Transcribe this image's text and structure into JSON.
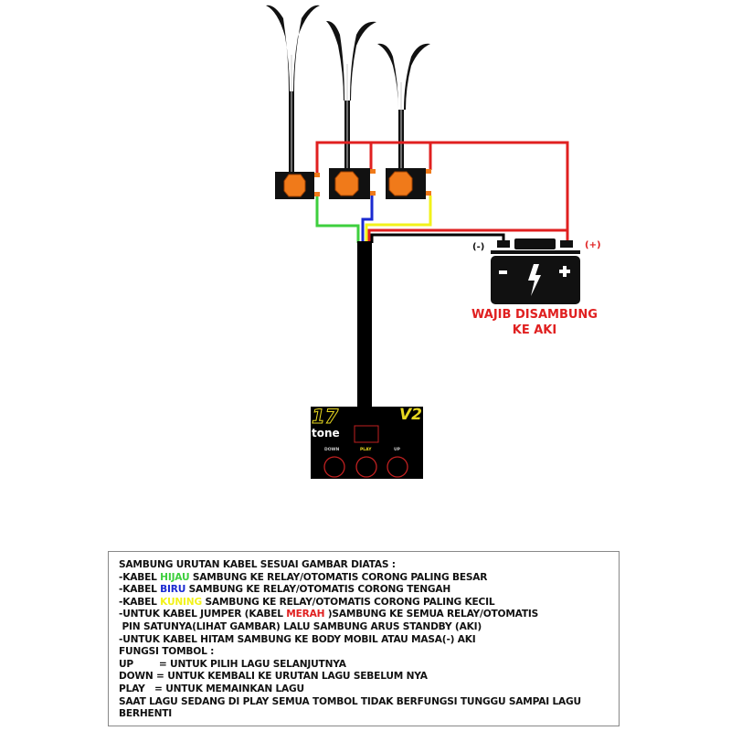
{
  "battery": {
    "neg_label": "(-)",
    "pos_label": "(+)",
    "minus_symbol": "-",
    "plus_symbol": "+",
    "warning_line1": "WAJIB DISAMBUNG",
    "warning_line2": "KE AKI"
  },
  "controller": {
    "logo_number": "17",
    "logo_word": "tone",
    "version": "V2",
    "buttons": [
      "DOWN",
      "PLAY",
      "UP"
    ]
  },
  "wire_colors": {
    "green": "#3ecf3e",
    "blue": "#1a2ad0",
    "yellow": "#f2f21a",
    "red": "#e02020",
    "black": "#000000"
  },
  "instructions": {
    "title": "SAMBUNG URUTAN KABEL SESUAI GAMBAR DIATAS :",
    "l1_pre": "-KABEL ",
    "l1_color": "HIJAU",
    "l1_post": " SAMBUNG KE RELAY/OTOMATIS CORONG PALING BESAR",
    "l2_pre": "-KABEL ",
    "l2_color": "BIRU",
    "l2_post": " SAMBUNG KE RELAY/OTOMATIS CORONG TENGAH",
    "l3_pre": "-KABEL ",
    "l3_color": "KUNING",
    "l3_post": " SAMBUNG KE RELAY/OTOMATIS CORONG PALING KECIL",
    "l4_pre": "-UNTUK KABEL JUMPER (KABEL ",
    "l4_color": "MERAH",
    "l4_post": " )SAMBUNG KE SEMUA RELAY/OTOMATIS",
    "l5": " PIN SATUNYA(LIHAT GAMBAR) LALU SAMBUNG ARUS STANDBY (AKI)",
    "l6": "-UNTUK KABEL HITAM SAMBUNG KE BODY MOBIL ATAU MASA(-) AKI",
    "l7": "FUNGSI TOMBOL :",
    "l8": "UP        = UNTUK PILIH LAGU SELANJUTNYA",
    "l9": "DOWN = UNTUK KEMBALI KE URUTAN LAGU SEBELUM NYA",
    "l10": "PLAY   = UNTUK MEMAINKAN LAGU",
    "l11": "SAAT LAGU SEDANG DI PLAY SEMUA TOMBOL TIDAK BERFUNGSI TUNGGU SAMPAI LAGU",
    "l12": "BERHENTI"
  }
}
